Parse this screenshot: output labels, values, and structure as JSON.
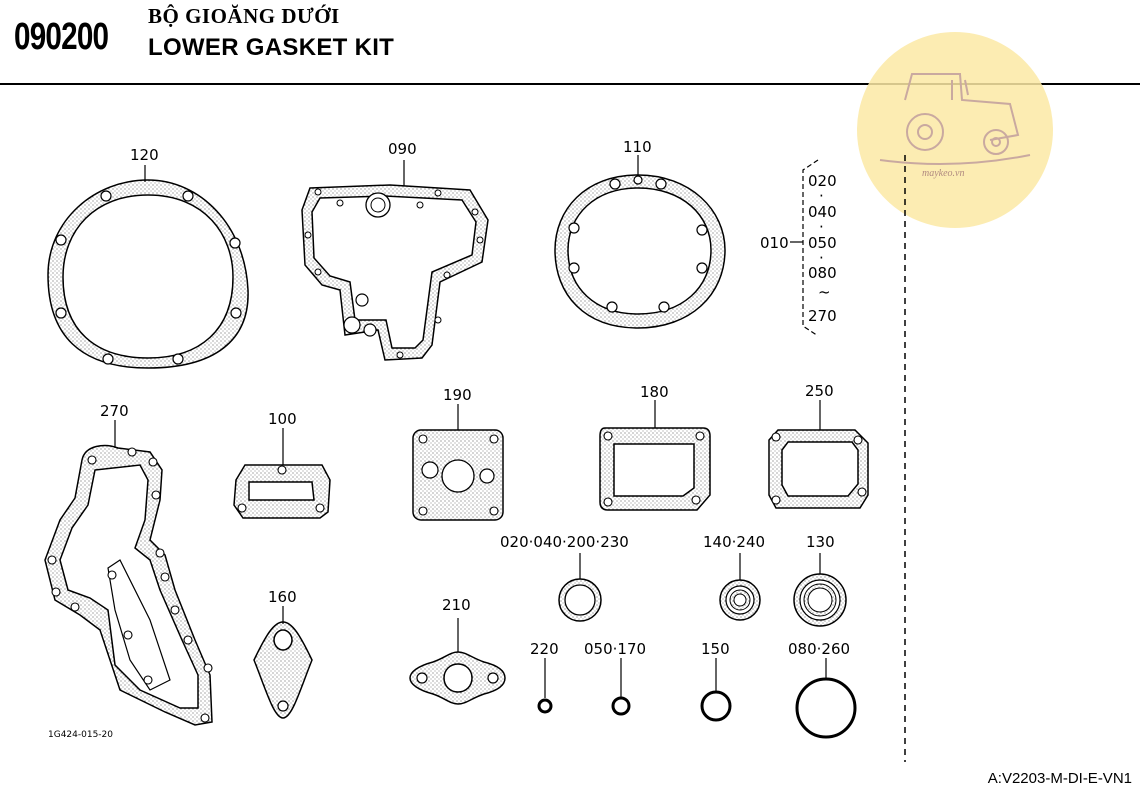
{
  "header": {
    "code": "090200",
    "title_vn": "BỘ GIOĂNG DƯỚI",
    "title_en": "LOWER GASKET KIT"
  },
  "watermark": {
    "text": "maykeo.vn",
    "color": "#fbe9a4",
    "icon": "tractor-icon"
  },
  "labels": {
    "p120": "120",
    "p090": "090",
    "p110": "110",
    "p270": "270",
    "p100": "100",
    "p190": "190",
    "p180": "180",
    "p250": "250",
    "p160": "160",
    "p210": "210",
    "p020_040_200_230": "020·040·200·230",
    "p140_240": "140·240",
    "p130": "130",
    "p220": "220",
    "p050_170": "050·170",
    "p150": "150",
    "p080_260": "080·260"
  },
  "set_group": {
    "label": "010",
    "items": [
      "020",
      "·",
      "040",
      "·",
      "050",
      "·",
      "080",
      "~",
      "270"
    ]
  },
  "drawing_number": "1G424-015-20",
  "footer": "A:V2203-M-DI-E-VN1"
}
